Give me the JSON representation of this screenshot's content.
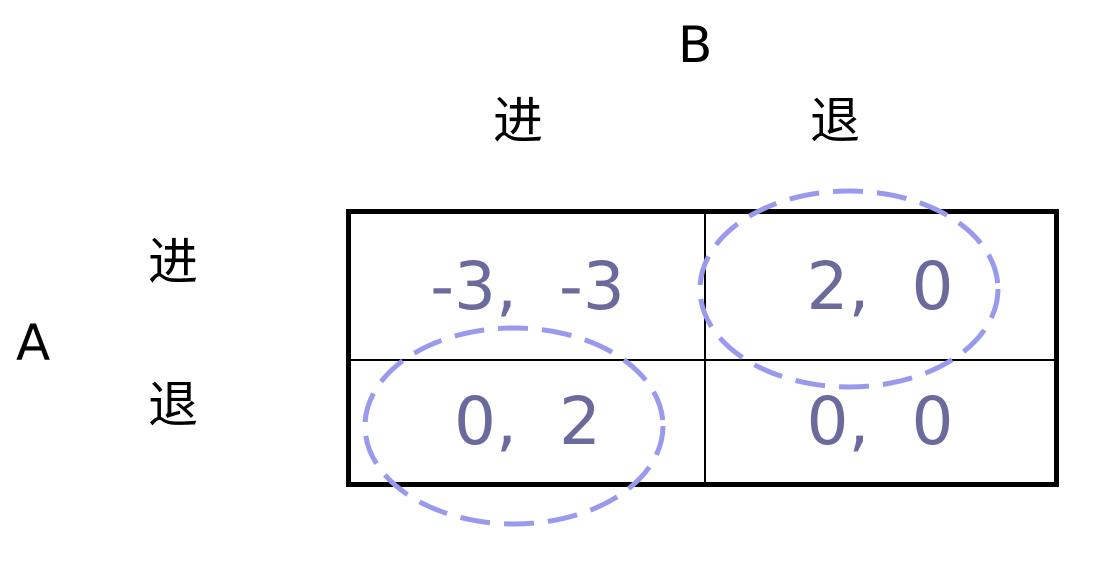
{
  "players": {
    "row": "A",
    "column": "B"
  },
  "column_strategies": [
    "进",
    "退"
  ],
  "row_strategies": [
    "进",
    "退"
  ],
  "payoffs": [
    [
      "-3,  -3",
      "2,  0"
    ],
    [
      "0,  2",
      "0,  0"
    ]
  ],
  "highlighted_cells": [
    {
      "row": 0,
      "col": 1
    },
    {
      "row": 1,
      "col": 0
    }
  ],
  "colors": {
    "payoff_text": "#6a6a9c",
    "highlight_ellipse": "#9999ee",
    "grid_lines": "#000000"
  }
}
